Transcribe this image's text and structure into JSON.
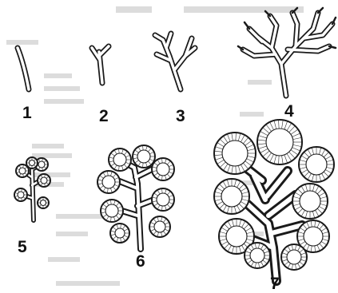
{
  "figure": {
    "stage_labels": [
      "1",
      "2",
      "3",
      "4",
      "5",
      "6",
      "7"
    ]
  }
}
